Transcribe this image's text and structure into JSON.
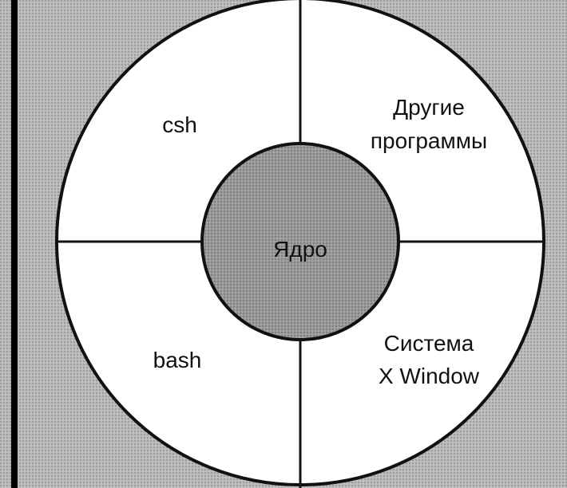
{
  "diagram": {
    "center_label": "Ядро",
    "segments": [
      {
        "id": "top-left",
        "lines": [
          "csh"
        ]
      },
      {
        "id": "top-right",
        "lines": [
          "Другие",
          "программы"
        ]
      },
      {
        "id": "bottom-left",
        "lines": [
          "bash"
        ]
      },
      {
        "id": "bottom-right",
        "lines": [
          "Система",
          "X Window"
        ]
      }
    ]
  },
  "colors": {
    "background": "#b9b9b9",
    "ring_fill": "#ffffff",
    "core_fill": "#9a9a9a",
    "stroke": "#111111",
    "left_bar": "#000000"
  }
}
